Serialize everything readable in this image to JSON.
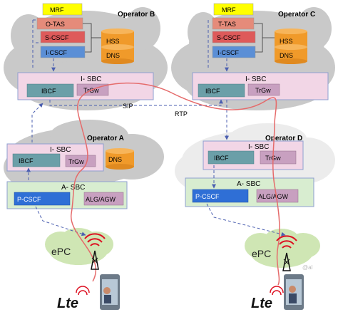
{
  "operators": {
    "b": {
      "name": "Operator B",
      "mrf": "MRF",
      "tas": "O-TAS",
      "scscf": "S-CSCF",
      "icscf": "I-CSCF",
      "hss": "HSS",
      "dns": "DNS",
      "sbc": "I- SBC",
      "ibcf": "IBCF",
      "trgw": "TrGw"
    },
    "c": {
      "name": "Operator C",
      "mrf": "MRF",
      "tas": "T-TAS",
      "scscf": "S-CSCF",
      "icscf": "I-CSCF",
      "hss": "HSS",
      "dns": "DNS",
      "sbc": "I- SBC",
      "ibcf": "IBCF",
      "trgw": "TrGw"
    },
    "a": {
      "name": "Operator A",
      "isbc": "I- SBC",
      "ibcf": "IBCF",
      "trgw": "TrGw",
      "dns": "DNS",
      "asbc": "A- SBC",
      "pcscf": "P-CSCF",
      "alg": "ALG/AGW"
    },
    "d": {
      "name": "Operator D",
      "isbc": "I- SBC",
      "ibcf": "IBCF",
      "trgw": "TrGw",
      "asbc": "A- SBC",
      "pcscf": "P-CSCF",
      "alg": "ALG/AGW"
    }
  },
  "links": {
    "sip": "SIP",
    "rtp": "RTP"
  },
  "access": {
    "left_epc": "ePC",
    "right_epc": "ePC",
    "left_lte": "Lte",
    "right_lte": "Lte"
  },
  "watermark": "@al",
  "colors": {
    "cloud": "#c9c9c9",
    "cloud_light": "#ececec",
    "epc_cloud": "#cfe6b4",
    "sbc_fill": "#f2d6e6",
    "sbc_border": "#8e9fd0",
    "ibcf": "#6b9fa8",
    "trgw": "#c8a0c0",
    "mrf": "#ffff00",
    "tas": "#e58b7a",
    "scscf": "#de5a5a",
    "icscf": "#5b8fd6",
    "db": "#f09a2a",
    "asbc_fill": "#d8edd0",
    "pcscf": "#2f6fd6",
    "media_line": "#e56b6b",
    "sig_line": "#4b5fb0"
  }
}
